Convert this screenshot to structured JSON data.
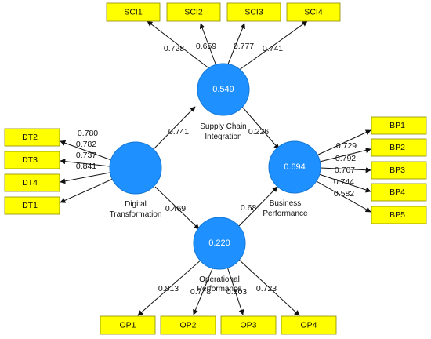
{
  "colors": {
    "indicator_fill": "#ffff00",
    "latent_fill": "#1e90ff",
    "arrow": "#111111"
  },
  "constructs": {
    "dt": {
      "label_line1": "Digital",
      "label_line2": "Transformation",
      "value": ""
    },
    "sci": {
      "label_line1": "Supply Chain",
      "label_line2": "Integration",
      "value": "0.549"
    },
    "bp": {
      "label_line1": "Business",
      "label_line2": "Performance",
      "value": "0.694"
    },
    "op": {
      "label_line1": "Operational",
      "label_line2": "Performance",
      "value": "0.220"
    }
  },
  "indicators": {
    "sci": [
      "SCI1",
      "SCI2",
      "SCI3",
      "SCI4"
    ],
    "dt": [
      "DT2",
      "DT3",
      "DT4",
      "DT1"
    ],
    "bp": [
      "BP1",
      "BP2",
      "BP3",
      "BP4",
      "BP5"
    ],
    "op": [
      "OP1",
      "OP2",
      "OP3",
      "OP4"
    ]
  },
  "loadings": {
    "sci": [
      "0.728",
      "0.659",
      "0.777",
      "0.741"
    ],
    "dt": [
      "0.780",
      "0.782",
      "0.737",
      "0.841"
    ],
    "bp": [
      "0.729",
      "0.792",
      "0.707",
      "0.744",
      "0.582"
    ],
    "op": [
      "0.813",
      "0.748",
      "0.803",
      "0.723"
    ]
  },
  "paths": {
    "dt_sci": "0.741",
    "dt_op": "0.469",
    "sci_bp": "0.226",
    "op_bp": "0.681"
  }
}
